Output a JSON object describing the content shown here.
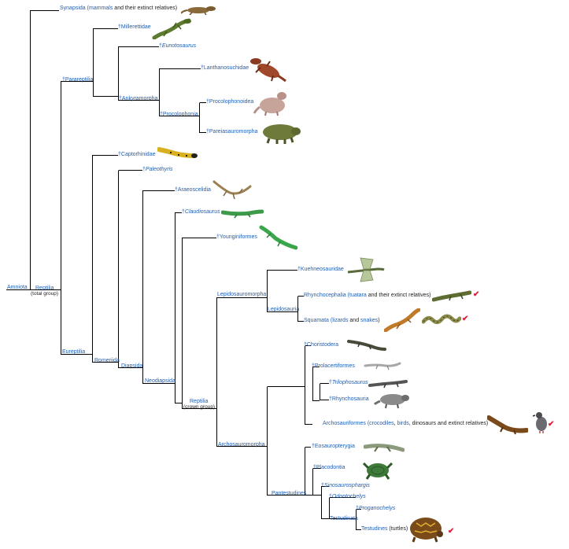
{
  "labels": {
    "synapsida": "Synapsida",
    "mammals": "mammals",
    "synapsida_rest": "and their extinct relatives)",
    "millerettidae": "†Millerettidae",
    "eunotosaurus": "Eunotosaurus",
    "lanthanosuchidae": "†Lanthanosuchidae",
    "procolophonoidea": "†Procolophonoidea",
    "pareiasauromorpha": "†Pareiasauromorpha",
    "ankyramorpha": "†Ankyramorpha",
    "procolophonia": "†Procolophonia",
    "parareptilia": "†Parareptilia",
    "captorhinidae": "†Captorhinidae",
    "paleothyris": "Paleothyris",
    "araeoscelidia": "†Araeoscelidia",
    "claudiosaurus": "Claudiosaurus",
    "younginiformes": "†Younginiformes",
    "kuehneosauridae": "†Kuehneosauridae",
    "rhynchocephalia": "Rhynchocephalia",
    "tuatara": "tuatara",
    "rhyncho_rest": "and their extinct relatives)",
    "squamata": "Squamata",
    "lizards": "lizards",
    "and": "and",
    "snakes": "snakes",
    "lepidosauromorpha": "Lepidosauromorpha",
    "lepidosauria": "Lepidosauria",
    "choristodera": "†Choristodera",
    "prolacertiformes": "†Prolacertiformes",
    "trilophosaurus": "Trilophosaurus",
    "rhynchosauria": "†Rhynchosauria",
    "archosauriformes": "Archosauriformes",
    "crocodiles": "crocodiles",
    "birds": "birds",
    "archo_rest": "dinosaurs and extinct relatives)",
    "archosauromorpha": "Archosauromorpha",
    "eosauropterygia": "†Eosauropterygia",
    "placodontia": "†Placodontia",
    "sinosaurosphargis": "Sinosaurosphargis",
    "odontochelys": "Odontochelys",
    "proganochelys": "Proganochelys",
    "testudines": "Testudines",
    "turtles": "(turtles)",
    "testudinata": "Testudinata",
    "pantestudines": "Pantestudines",
    "reptilia_crown": "Reptilia",
    "crown_group": "(crown group)",
    "neodiapsida": "Neodiapsida",
    "diapsida": "Diapsida",
    "romeriida": "Romeriida",
    "eureptilia": "Eureptilia",
    "reptilia_total": "Reptilia",
    "total_group": "(total group)",
    "amniota": "Amniota",
    "dagger": "†",
    "paren": "(",
    "comma": ",",
    "check": "✔"
  },
  "icons": [
    "synapsid-icon",
    "millerettid-icon",
    "lanthanosuchid-icon",
    "procolophonoid-icon",
    "pareiasaur-icon",
    "captorhinid-icon",
    "araeoscelid-icon",
    "claudiosaurus-icon",
    "younginiform-icon",
    "kuehneosaurid-icon",
    "tuatara-icon",
    "lizard-icon",
    "snake-icon",
    "choristodere-icon",
    "prolacertiform-icon",
    "trilophosaurus-icon",
    "rhynchosaur-icon",
    "crocodile-icon",
    "bird-icon",
    "eosauropterygian-icon",
    "placodont-icon",
    "tortoise-icon",
    "check-icon"
  ],
  "colors": {
    "link": "#1f5fb4",
    "line": "#000000",
    "check": "#e0203a"
  }
}
